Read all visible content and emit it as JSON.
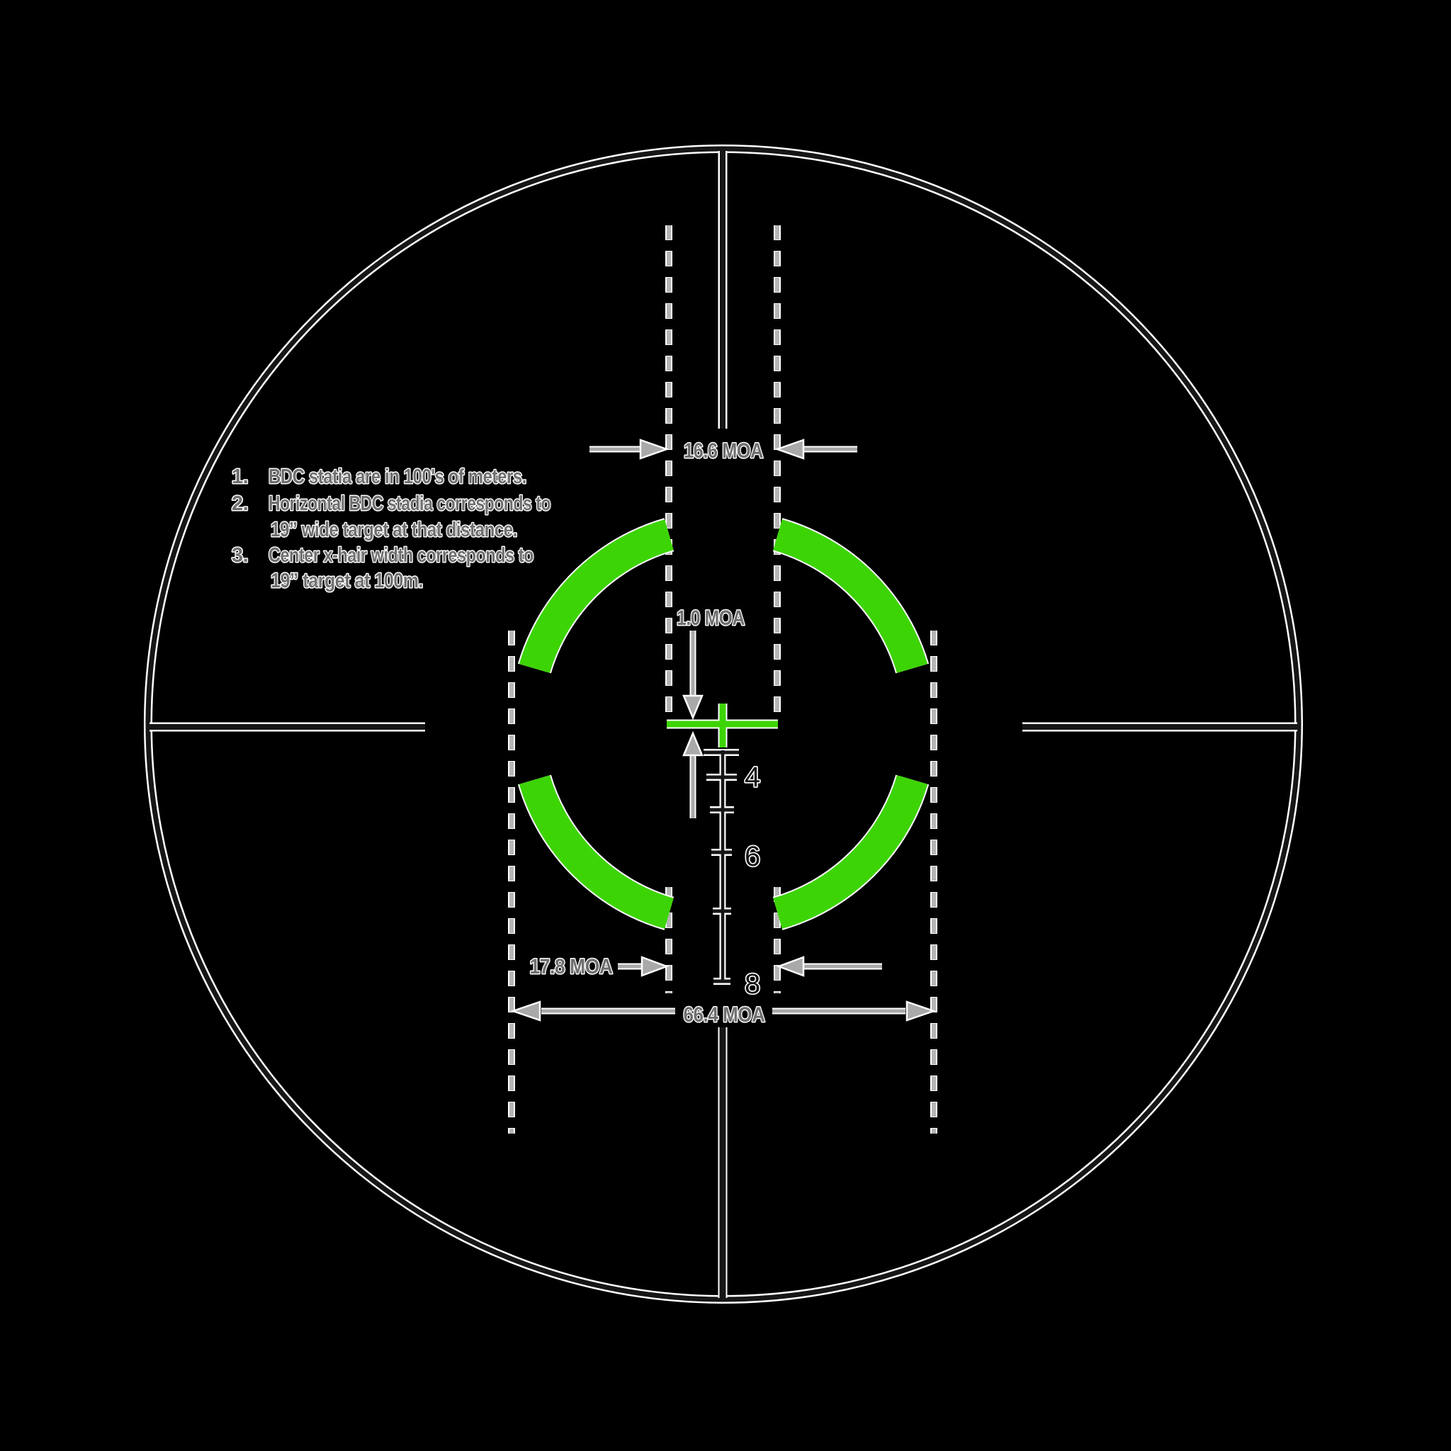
{
  "annotations": {
    "top_gap_moa": "16.6 MOA",
    "xhair_thickness_moa": "1.0 MOA",
    "bottom_gap_moa": "17.8 MOA",
    "ring_diameter_moa": "66.4 MOA"
  },
  "bdc_scale": {
    "tick_400": "4",
    "tick_600": "6",
    "tick_800": "8"
  },
  "notes": {
    "n1_num": "1.",
    "n1_text": "BDC statia are in 100's of meters.",
    "n2_num": "2.",
    "n2_line1": "Horizontal BDC stadia corresponds to",
    "n2_line2": "19” wide target at that distance.",
    "n3_num": "3.",
    "n3_line1": "Center x-hair width corresponds to",
    "n3_line2": "19” target at 100m."
  },
  "colors": {
    "ring_green": "#3dd406",
    "annotation_gray": "#a9a9a9",
    "dashed_guide_gray": "#b5b5b5",
    "reticle_ink": "#161616",
    "background": "#000000"
  }
}
